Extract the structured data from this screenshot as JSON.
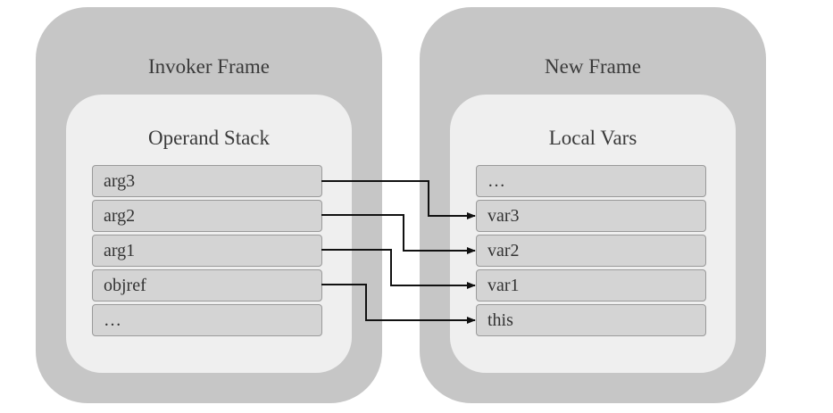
{
  "invoker_frame": {
    "title": "Invoker Frame",
    "stack_title": "Operand Stack",
    "slots": [
      "arg3",
      "arg2",
      "arg1",
      "objref",
      "…"
    ]
  },
  "new_frame": {
    "title": "New Frame",
    "vars_title": "Local Vars",
    "slots": [
      "…",
      "var3",
      "var2",
      "var1",
      "this"
    ]
  },
  "connections": [
    {
      "from": "arg3",
      "to": "var3"
    },
    {
      "from": "arg2",
      "to": "var2"
    },
    {
      "from": "arg1",
      "to": "var1"
    },
    {
      "from": "objref",
      "to": "this"
    }
  ],
  "colors": {
    "outer_frame": "#c6c6c6",
    "inner_panel": "#efefef",
    "slot_fill": "#d4d4d4",
    "slot_border": "#9a9a9a",
    "arrow": "#111111"
  }
}
